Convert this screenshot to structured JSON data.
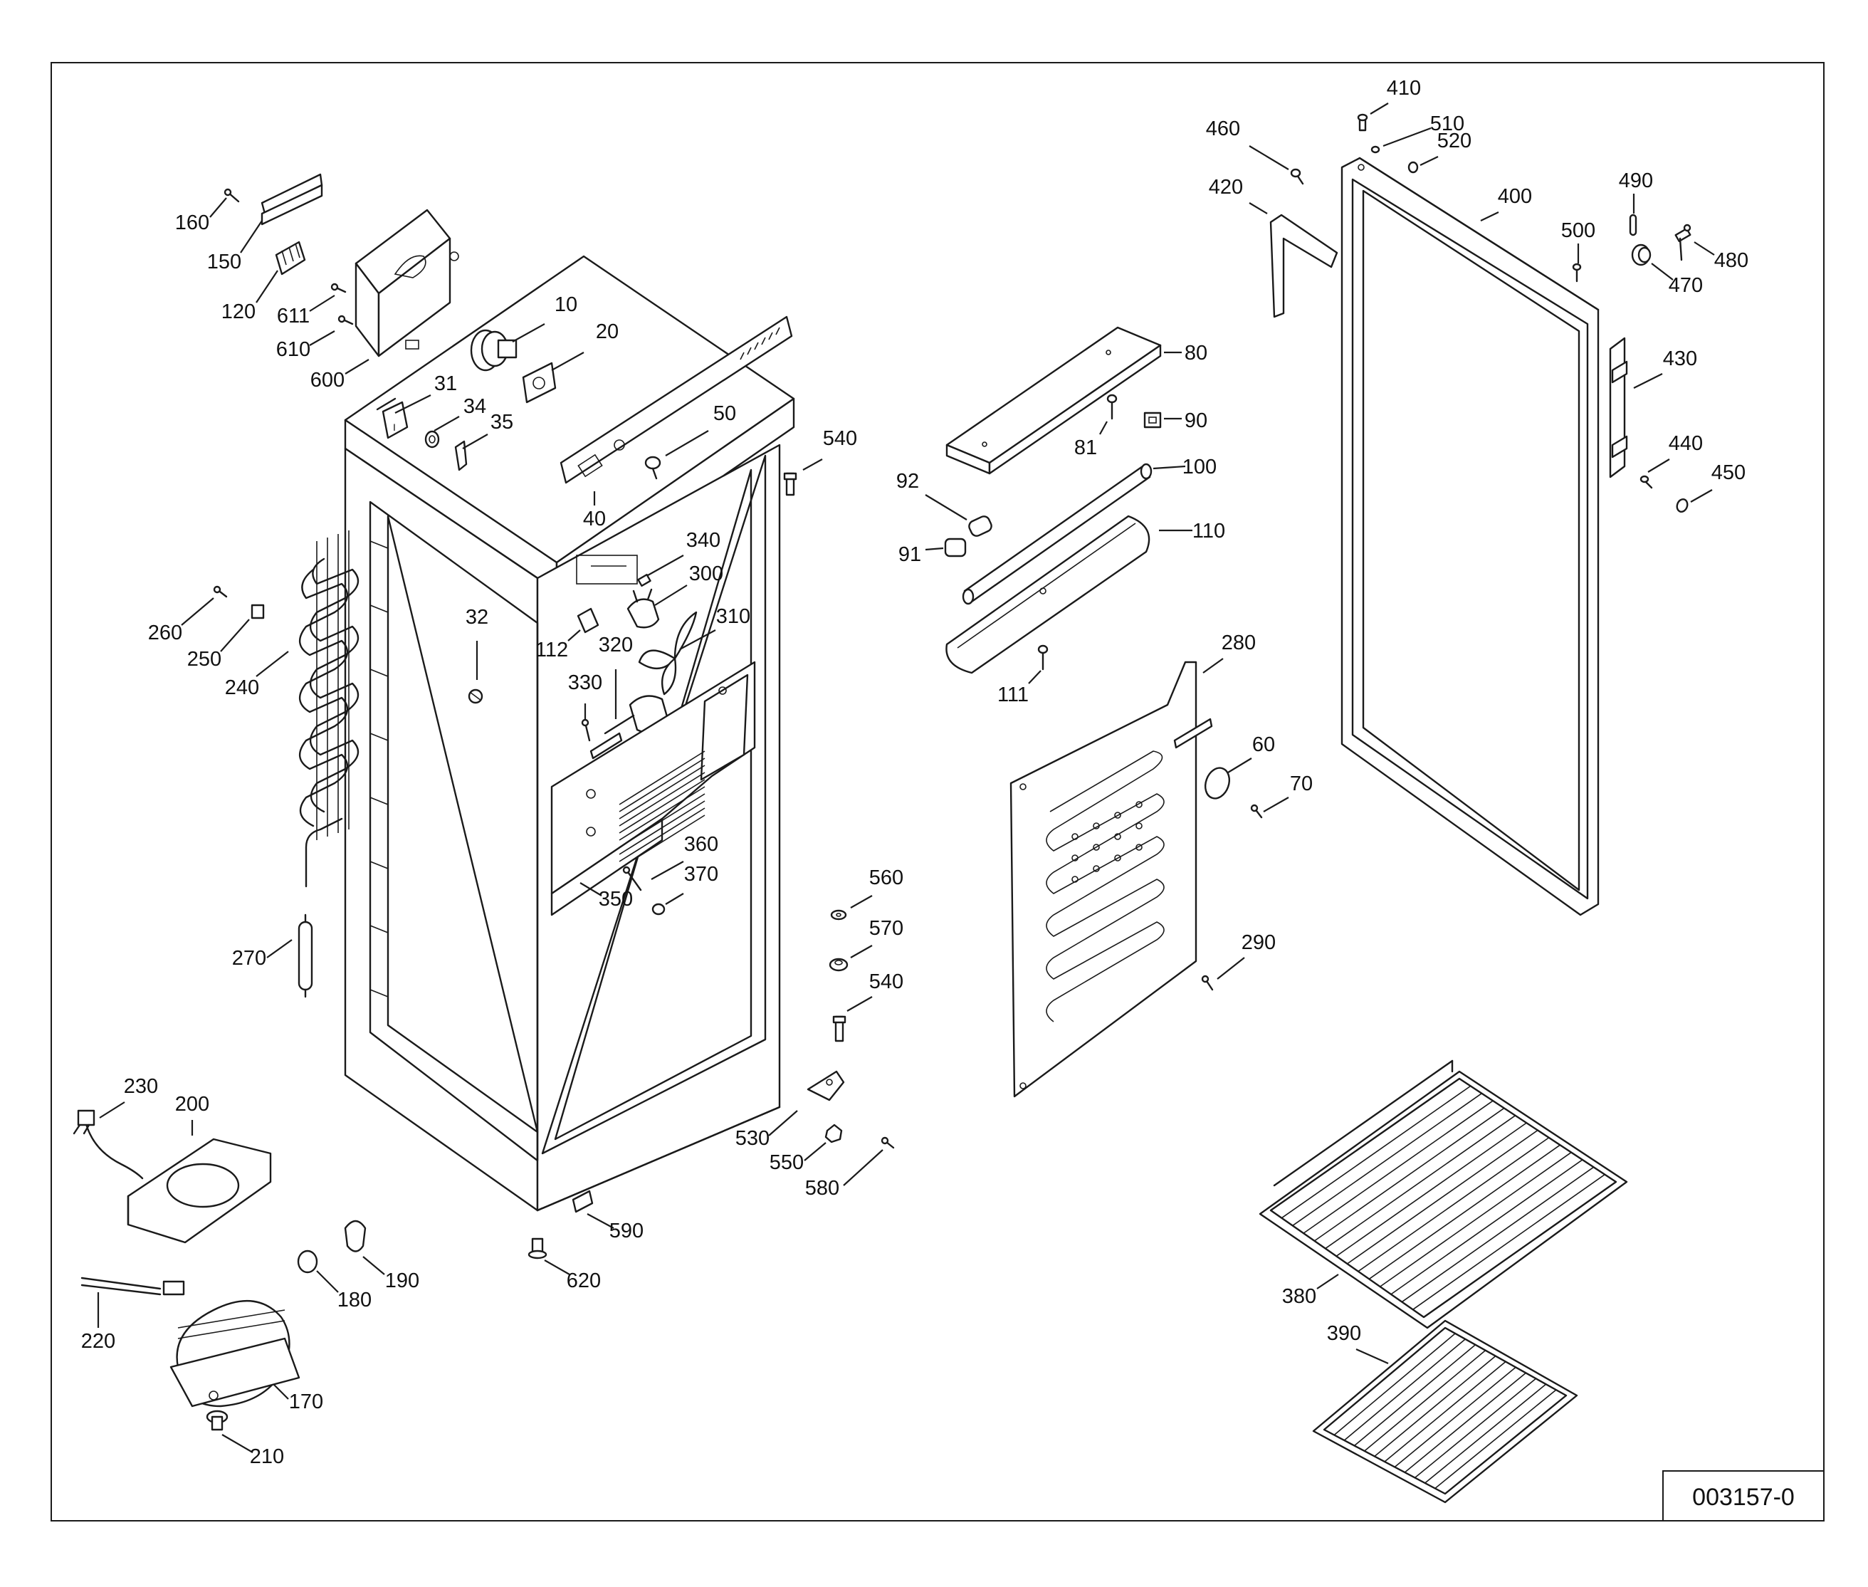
{
  "reference_number": "003157-0",
  "callouts": [
    "10",
    "20",
    "31",
    "32",
    "34",
    "35",
    "40",
    "50",
    "60",
    "70",
    "80",
    "81",
    "90",
    "91",
    "92",
    "100",
    "110",
    "111",
    "112",
    "120",
    "150",
    "160",
    "170",
    "180",
    "190",
    "200",
    "210",
    "220",
    "230",
    "240",
    "250",
    "260",
    "270",
    "280",
    "290",
    "300",
    "310",
    "320",
    "330",
    "340",
    "350",
    "360",
    "370",
    "380",
    "390",
    "400",
    "410",
    "420",
    "430",
    "440",
    "450",
    "460",
    "470",
    "480",
    "490",
    "500",
    "510",
    "520",
    "530",
    "540",
    "540",
    "550",
    "560",
    "570",
    "580",
    "590",
    "600",
    "610",
    "611",
    "620"
  ],
  "colors": {
    "line": "#1a1a1a",
    "background": "#ffffff"
  }
}
